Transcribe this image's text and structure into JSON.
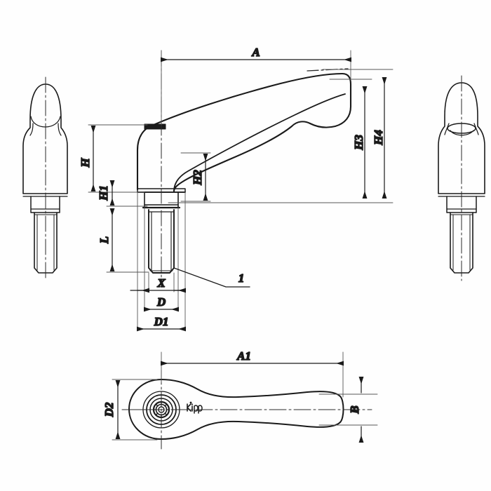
{
  "drawing": {
    "title": "Adjustable clamping lever - dimensioned engineering drawing",
    "background_color": "#fefefe",
    "line_color": "#1a1a1a",
    "centerline_color": "#2a2a2a",
    "views": [
      {
        "id": "front-view",
        "label": "front view (left)"
      },
      {
        "id": "section-view",
        "label": "side section view (main)"
      },
      {
        "id": "rear-view",
        "label": "rear view (right)"
      },
      {
        "id": "plan-view",
        "label": "plan view (bottom)"
      }
    ],
    "brand_logo": "kipp",
    "dimensions": {
      "A": "A",
      "A1": "A1",
      "B": "B",
      "D": "D",
      "D1": "D1",
      "D2": "D2",
      "H": "H",
      "H1": "H1",
      "H2": "H2",
      "H3": "H3",
      "H4": "H4",
      "L": "L",
      "X": "X",
      "item_1": "1"
    }
  }
}
